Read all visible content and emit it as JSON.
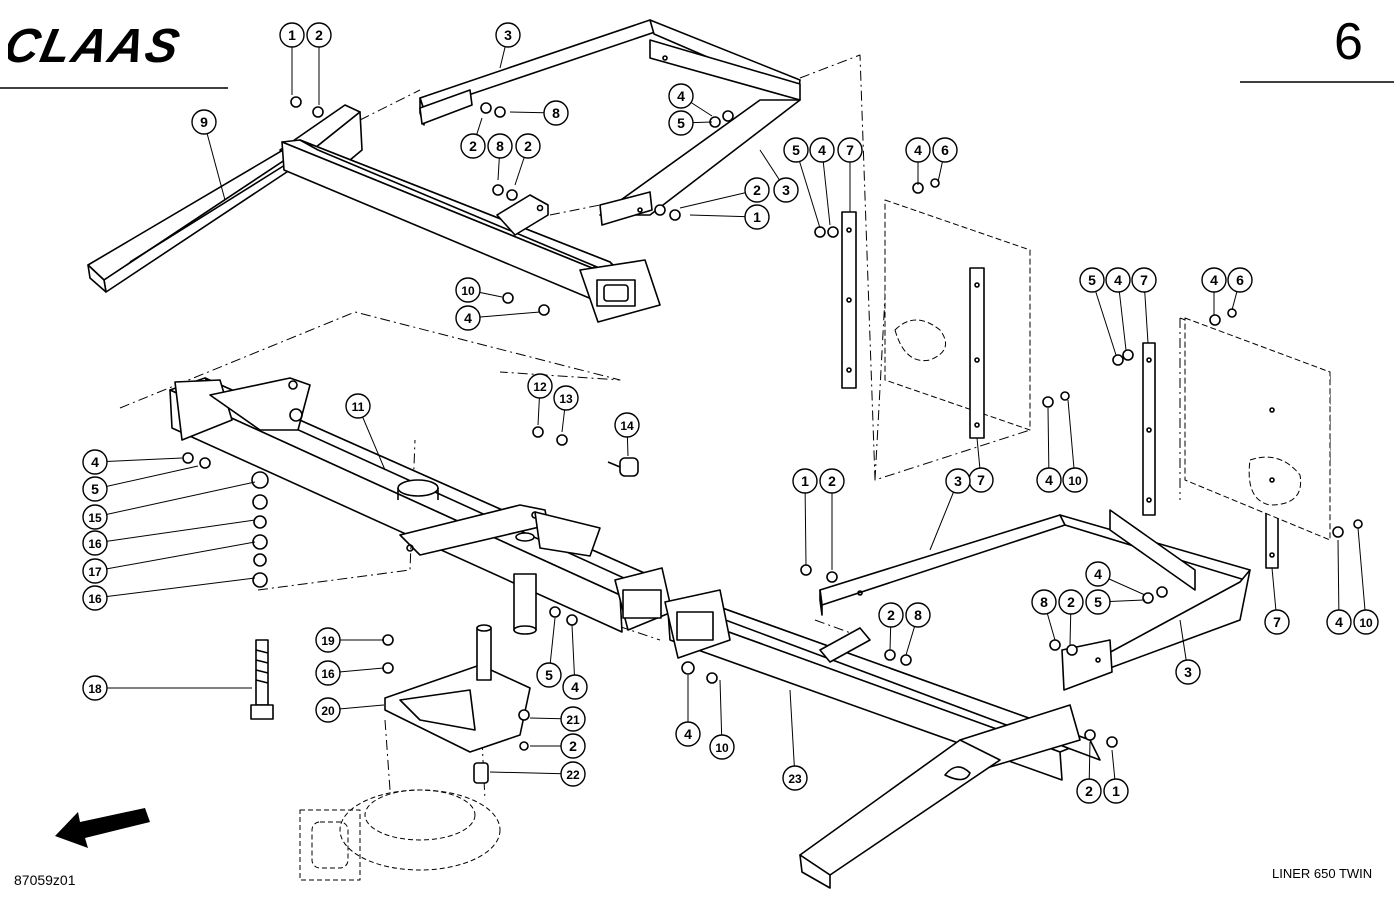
{
  "header": {
    "brand": "CLAAS",
    "page_number": "6"
  },
  "footer": {
    "drawing_code": "87059z01",
    "model": "LINER 650 TWIN"
  },
  "callouts": [
    {
      "label": "1"
    },
    {
      "label": "2"
    },
    {
      "label": "3"
    },
    {
      "label": "9"
    },
    {
      "label": "2"
    },
    {
      "label": "8"
    },
    {
      "label": "8"
    },
    {
      "label": "2"
    },
    {
      "label": "4"
    },
    {
      "label": "5"
    },
    {
      "label": "2"
    },
    {
      "label": "3"
    },
    {
      "label": "1"
    },
    {
      "label": "5"
    },
    {
      "label": "4"
    },
    {
      "label": "7"
    },
    {
      "label": "4"
    },
    {
      "label": "6"
    },
    {
      "label": "10"
    },
    {
      "label": "4"
    },
    {
      "label": "5"
    },
    {
      "label": "4"
    },
    {
      "label": "7"
    },
    {
      "label": "4"
    },
    {
      "label": "6"
    },
    {
      "label": "11"
    },
    {
      "label": "12"
    },
    {
      "label": "13"
    },
    {
      "label": "14"
    },
    {
      "label": "4"
    },
    {
      "label": "5"
    },
    {
      "label": "15"
    },
    {
      "label": "16"
    },
    {
      "label": "17"
    },
    {
      "label": "16"
    },
    {
      "label": "7"
    },
    {
      "label": "4"
    },
    {
      "label": "10"
    },
    {
      "label": "1"
    },
    {
      "label": "2"
    },
    {
      "label": "3"
    },
    {
      "label": "4"
    },
    {
      "label": "8"
    },
    {
      "label": "2"
    },
    {
      "label": "5"
    },
    {
      "label": "2"
    },
    {
      "label": "8"
    },
    {
      "label": "3"
    },
    {
      "label": "7"
    },
    {
      "label": "4"
    },
    {
      "label": "10"
    },
    {
      "label": "19"
    },
    {
      "label": "16"
    },
    {
      "label": "18"
    },
    {
      "label": "20"
    },
    {
      "label": "5"
    },
    {
      "label": "4"
    },
    {
      "label": "21"
    },
    {
      "label": "2"
    },
    {
      "label": "22"
    },
    {
      "label": "4"
    },
    {
      "label": "10"
    },
    {
      "label": "23"
    },
    {
      "label": "2"
    },
    {
      "label": "1"
    }
  ]
}
